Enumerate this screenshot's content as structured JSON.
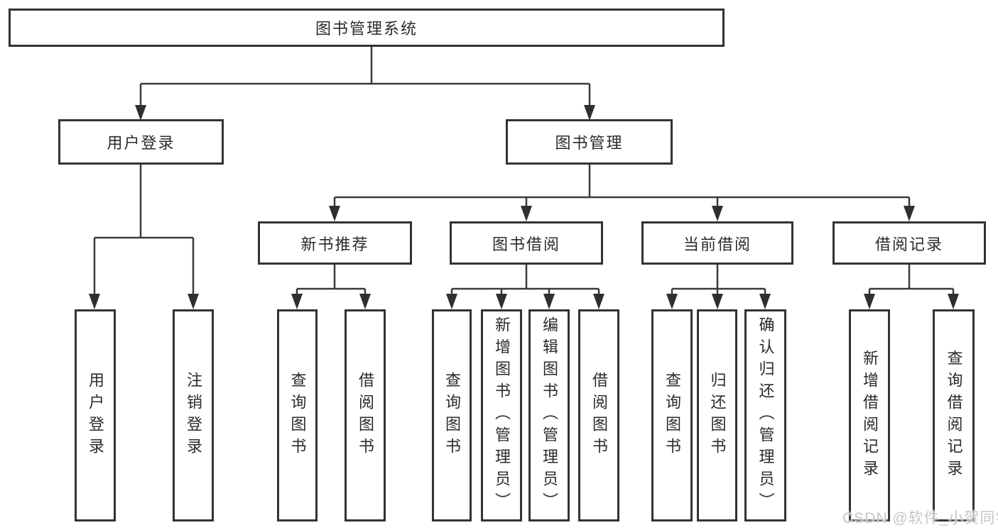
{
  "tree": {
    "root": {
      "label": "图书管理系统",
      "children": [
        {
          "label": "用户登录",
          "children": [
            {
              "label": "用户登录"
            },
            {
              "label": "注销登录"
            }
          ]
        },
        {
          "label": "图书管理",
          "children": [
            {
              "label": "新书推荐",
              "children": [
                {
                  "label": "查询图书"
                },
                {
                  "label": "借阅图书"
                }
              ]
            },
            {
              "label": "图书借阅",
              "children": [
                {
                  "label": "查询图书"
                },
                {
                  "label": "新增图书（管理员）"
                },
                {
                  "label": "编辑图书（管理员）"
                },
                {
                  "label": "借阅图书"
                }
              ]
            },
            {
              "label": "当前借阅",
              "children": [
                {
                  "label": "查询图书"
                },
                {
                  "label": "归还图书"
                },
                {
                  "label": "确认归还（管理员）"
                }
              ]
            },
            {
              "label": "借阅记录",
              "children": [
                {
                  "label": "新增借阅记录"
                },
                {
                  "label": "查询借阅记录"
                }
              ]
            }
          ]
        }
      ]
    }
  },
  "watermark": {
    "text": "CSDN @软件_小贺同学"
  },
  "colors": {
    "line": "#3a3a3a",
    "arrow": "#2f2f2f",
    "box_border": "#333333",
    "text": "#2b2b2b",
    "background": "#ffffff",
    "watermark": "#c7c7c7"
  }
}
